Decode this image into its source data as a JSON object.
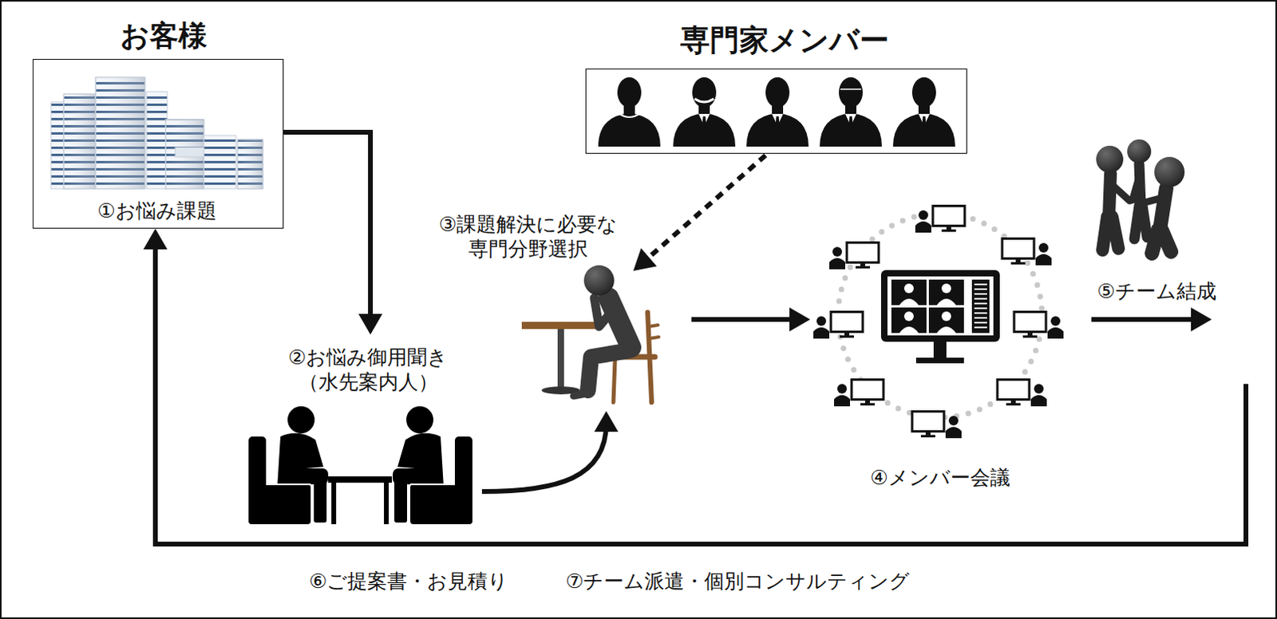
{
  "diagram": {
    "nodes": [
      {
        "text": [
          "お客様",
          "①お悩み課題"
        ]
      },
      {
        "text": [
          "専門家メンバー"
        ]
      },
      {
        "text": [
          "②お悩み御用聞き （水先案内人）"
        ]
      },
      {
        "text": [
          "③課題解決に必要な 専門分野選択"
        ]
      },
      {
        "text": [
          "④メンバー会議"
        ]
      },
      {
        "text": [
          "⑤チーム結成"
        ]
      }
    ],
    "edges": [
      {
        "from": 0,
        "to": 2,
        "arrow": "to"
      },
      {
        "from": 2,
        "to": 3,
        "arrow": "to"
      },
      {
        "from": 1,
        "to": 3,
        "arrow": "to"
      },
      {
        "from": 3,
        "to": 4,
        "arrow": "to"
      },
      {
        "from": 4,
        "to": 5,
        "arrow": "to"
      },
      {
        "from": 5,
        "to": 0,
        "arrow": "to"
      }
    ],
    "labels": [
      "⑥ご提案書・お見積り",
      "⑦チーム派遣・個別コンサルティング"
    ]
  }
}
